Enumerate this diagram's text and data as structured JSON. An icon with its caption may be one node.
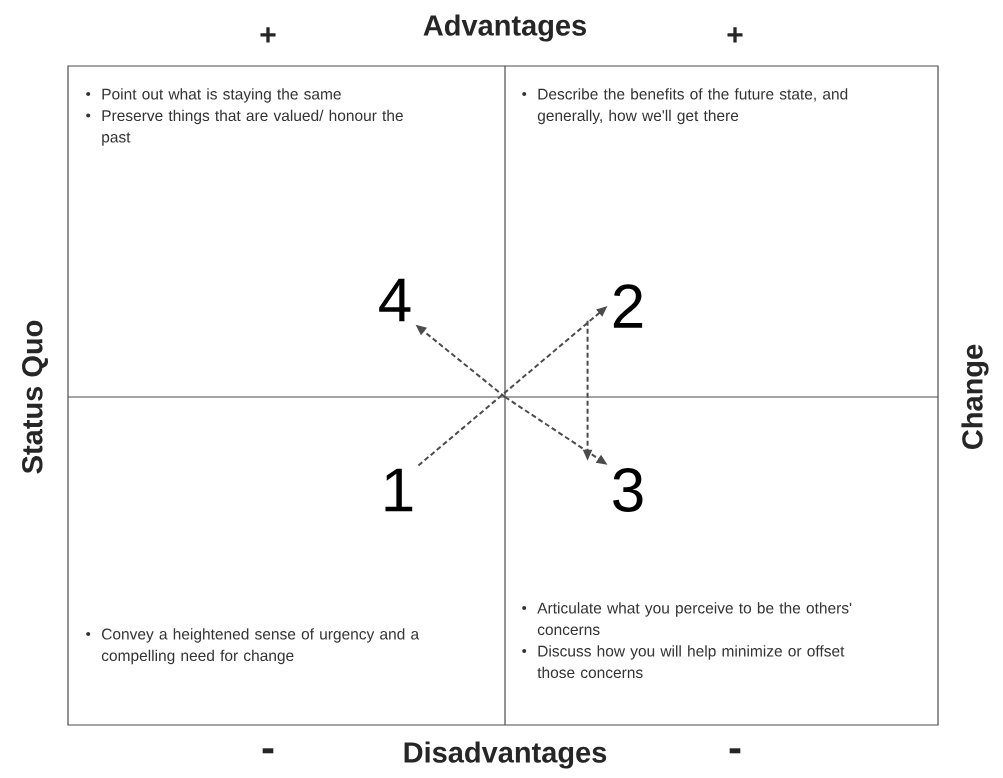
{
  "diagram": {
    "nodes": [
      {
        "text": [
          "Point out what is staying the same",
          "Preserve things that are valued/ honour the past"
        ]
      },
      {
        "text": [
          "Describe the benefits of the future state, and generally, how we'll get there"
        ]
      },
      {
        "text": [
          "Convey a heightened sense of urgency and a compelling need for change"
        ]
      },
      {
        "text": [
          "Articulate what you perceive  to be the others' concerns",
          "Discuss how you will help minimize or offset those concerns"
        ]
      },
      {
        "text": [
          "4"
        ]
      },
      {
        "text": [
          "2"
        ]
      },
      {
        "text": [
          "1"
        ]
      },
      {
        "text": [
          "3"
        ]
      }
    ],
    "edges": [
      {
        "from": 6,
        "to": 5,
        "arrow": "to",
        "style": "dashed"
      },
      {
        "from": null,
        "to": 4,
        "arrow": "to",
        "style": "dashed"
      },
      {
        "from": null,
        "to": 7,
        "arrow": "to",
        "style": "dashed"
      },
      {
        "from": 5,
        "to": 7,
        "arrow": "to",
        "style": "dashed"
      }
    ],
    "labels": [
      "+",
      "Advantages",
      "+",
      "Status Quo",
      "Change",
      "-",
      "Disadvantages",
      "-"
    ]
  }
}
